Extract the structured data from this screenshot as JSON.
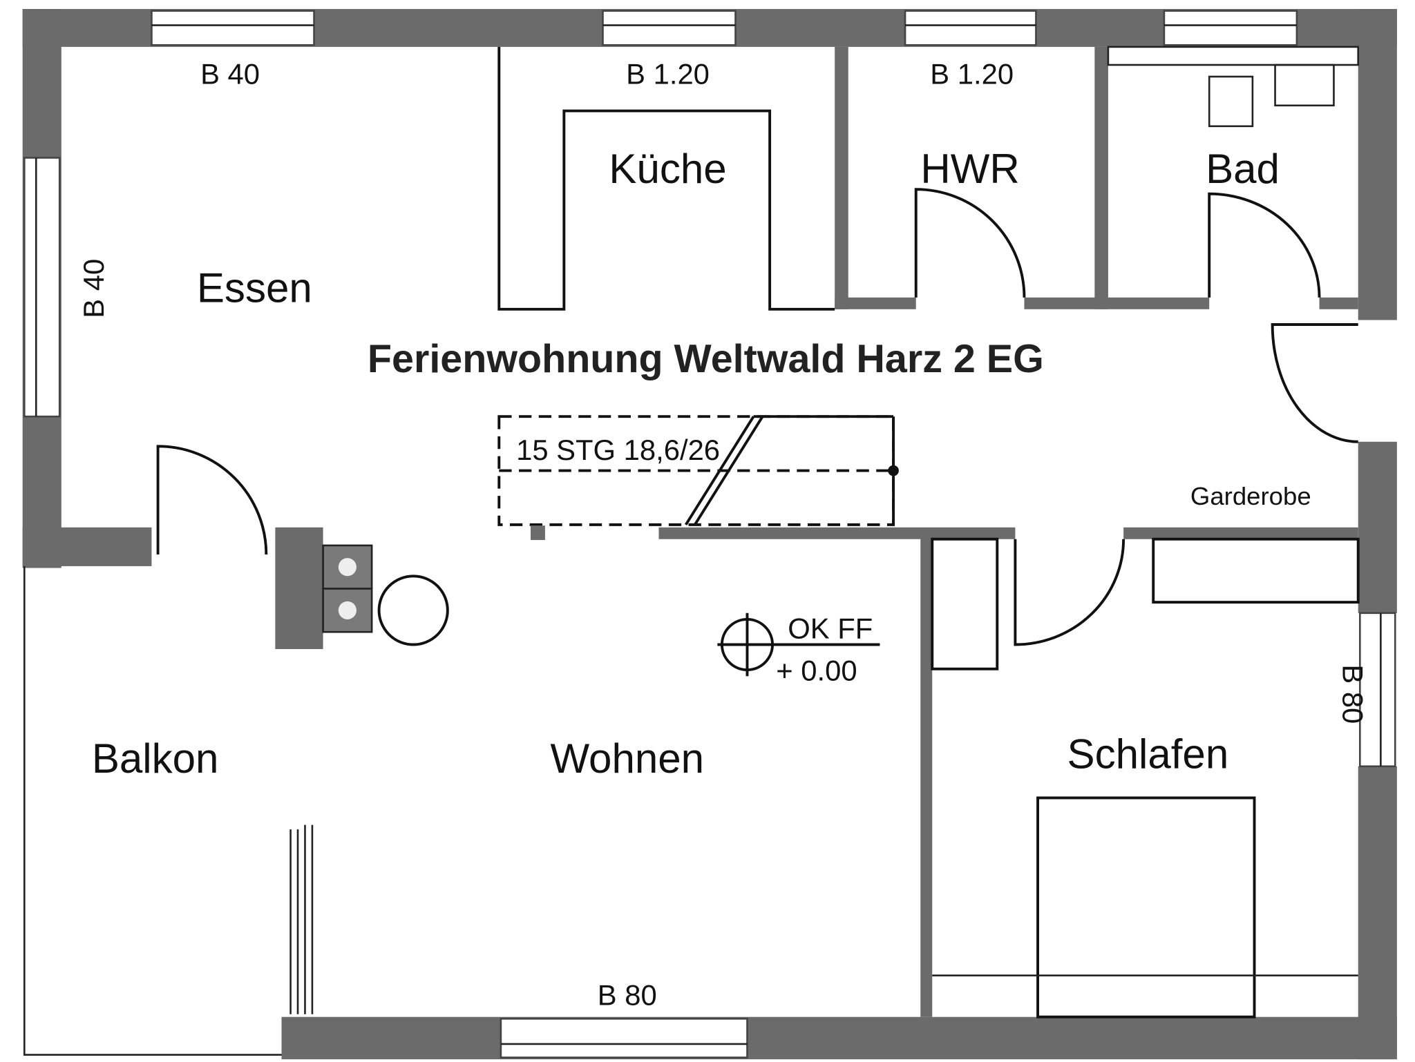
{
  "title": "Ferienwohnung Weltwald Harz 2 EG",
  "rooms": {
    "essen": "Essen",
    "kueche": "Küche",
    "hwr": "HWR",
    "bad": "Bad",
    "balkon": "Balkon",
    "wohnen": "Wohnen",
    "schlafen": "Schlafen",
    "garderobe": "Garderobe"
  },
  "windows": {
    "top_essen": "B 40",
    "top_kueche": "B 1.20",
    "top_hwr": "B 1.20",
    "left_essen": "B 40",
    "right_schlafen": "B 80",
    "bottom_wohnen": "B 80"
  },
  "stair": "15 STG 18,6/26",
  "level": {
    "label": "OK FF",
    "value": "+ 0.00"
  },
  "colors": {
    "wall": "#6b6b6b",
    "line": "#111111"
  }
}
